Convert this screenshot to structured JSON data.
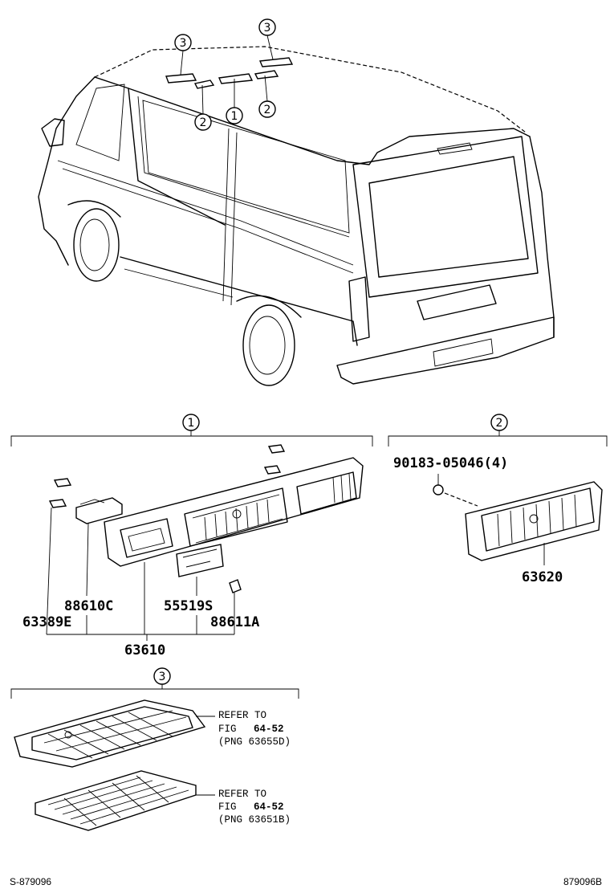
{
  "callouts": {
    "c1": "1",
    "c2": "2",
    "c3": "3"
  },
  "parts": {
    "p88610C": "88610C",
    "p63389E": "63389E",
    "p55519S": "55519S",
    "p88611A": "88611A",
    "p63610": "63610",
    "p90183": "90183-05046(4)",
    "p63620": "63620"
  },
  "references": [
    {
      "line1": "REFER TO",
      "fig_label": "FIG",
      "fig_num": "64-52",
      "png": "(PNG 63655D)"
    },
    {
      "line1": "REFER TO",
      "fig_label": "FIG",
      "fig_num": "64-52",
      "png": "(PNG 63651B)"
    }
  ],
  "footer": {
    "left": "S-879096",
    "right": "879096B"
  }
}
